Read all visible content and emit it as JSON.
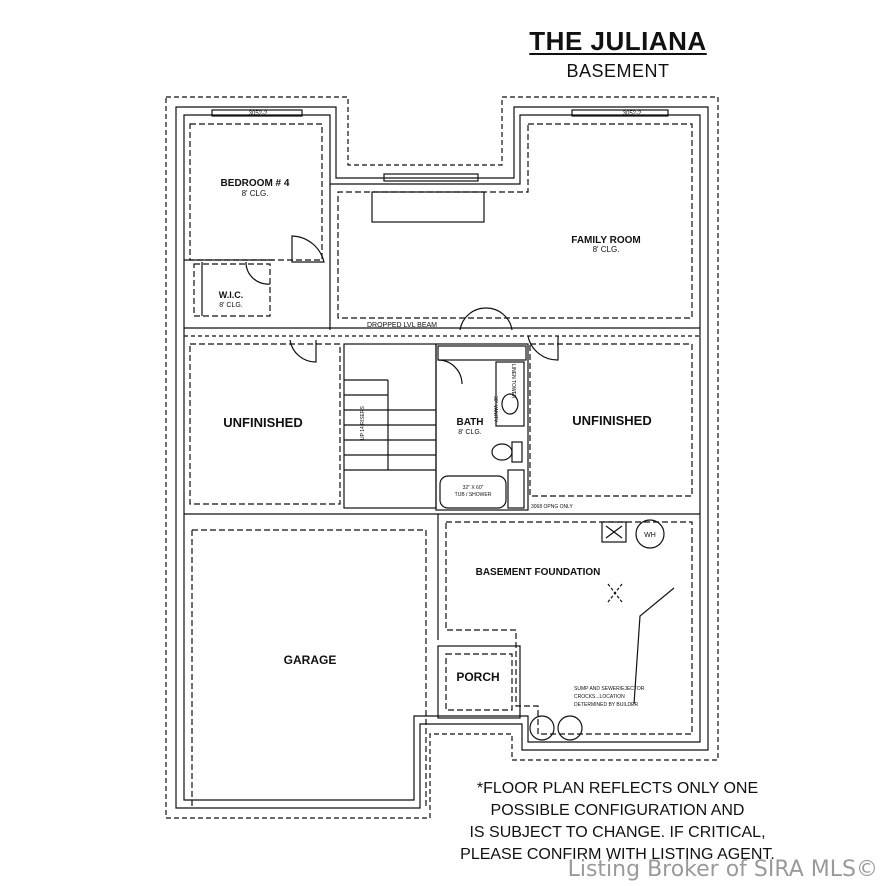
{
  "title": {
    "main": "THE JULIANA",
    "sub": "BASEMENT"
  },
  "rooms": {
    "bedroom4": {
      "name": "BEDROOM # 4",
      "ceiling": "8' CLG."
    },
    "wic": {
      "name": "W.I.C.",
      "ceiling": "8' CLG."
    },
    "family_room": {
      "name": "FAMILY ROOM",
      "ceiling": "8' CLG."
    },
    "unfinished_left": {
      "name": "UNFINISHED"
    },
    "unfinished_right": {
      "name": "UNFINISHED"
    },
    "bath": {
      "name": "BATH",
      "ceiling": "8' CLG."
    },
    "basement_foundation": {
      "name": "BASEMENT FOUNDATION"
    },
    "garage": {
      "name": "GARAGE"
    },
    "porch": {
      "name": "PORCH"
    }
  },
  "annotations": {
    "window_left": "3052-2",
    "window_right": "3052-2",
    "beam": "DROPPED LVL BEAM",
    "tub": "32\" X 60\"",
    "tub_sub": "TUB / SHOWER",
    "vanity": "30\" VANITY",
    "linen": "LINEN TOWER",
    "opening": "3068 OPNG ONLY",
    "stairs": "UP 14 RISERS",
    "sump_line1": "SUMP AND SEWER/EJECTOR",
    "sump_line2": "CROCKS...LOCATION",
    "sump_line3": "DETERMINED BY BUILDER",
    "wh": "WH"
  },
  "disclaimer": {
    "line1": "*FLOOR PLAN REFLECTS ONLY ONE",
    "line2": "POSSIBLE CONFIGURATION AND",
    "line3": "IS SUBJECT TO CHANGE. IF CRITICAL,",
    "line4": "PLEASE CONFIRM WITH LISTING AGENT."
  },
  "watermark": "Listing Broker of SIRA MLS©",
  "colors": {
    "line": "#111111",
    "wall_fill": "#ffffff",
    "watermark": "#888888"
  }
}
